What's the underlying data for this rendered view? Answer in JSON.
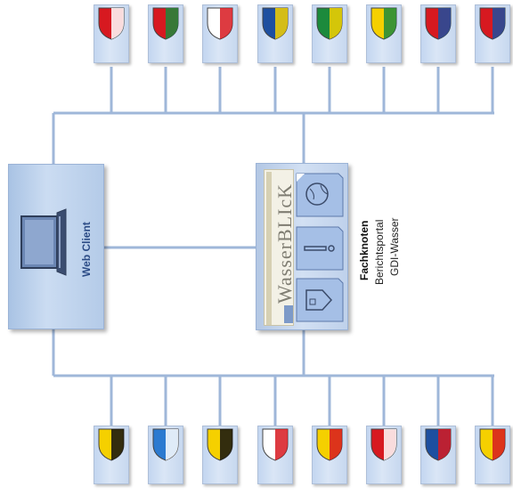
{
  "web_client": {
    "label": "Web Client"
  },
  "portal": {
    "banner_text": "WasserBLIcK",
    "tile_icons": [
      "globe-icon",
      "info-icon",
      "house-icon"
    ]
  },
  "fachknoten": {
    "title": "Fachknoten",
    "line1": "Berichtsportal",
    "line2": "GDI-Wasser"
  },
  "top_states": [
    {
      "icon": "coat-of-arms-icon",
      "colors": [
        "#d71920",
        "#ffffff"
      ]
    },
    {
      "icon": "coat-of-arms-icon",
      "colors": [
        "#d71920",
        "#1c8a3c"
      ]
    },
    {
      "icon": "coat-of-arms-icon",
      "colors": [
        "#ffffff",
        "#d71920"
      ]
    },
    {
      "icon": "coat-of-arms-icon",
      "colors": [
        "#1d4fa0",
        "#f5d000"
      ]
    },
    {
      "icon": "coat-of-arms-icon",
      "colors": [
        "#1c8a3c",
        "#f5d000"
      ]
    },
    {
      "icon": "coat-of-arms-icon",
      "colors": [
        "#f5d000",
        "#1c8a3c"
      ]
    },
    {
      "icon": "coat-of-arms-icon",
      "colors": [
        "#d71920",
        "#1d4fa0"
      ]
    },
    {
      "icon": "coat-of-arms-icon",
      "colors": [
        "#d71920",
        "#1d4fa0"
      ]
    }
  ],
  "bottom_states": [
    {
      "icon": "coat-of-arms-icon",
      "colors": [
        "#f5d000",
        "#111111"
      ]
    },
    {
      "icon": "coat-of-arms-icon",
      "colors": [
        "#2b7ad0",
        "#ffffff"
      ]
    },
    {
      "icon": "coat-of-arms-icon",
      "colors": [
        "#f5d000",
        "#111111"
      ]
    },
    {
      "icon": "coat-of-arms-icon",
      "colors": [
        "#ffffff",
        "#d71920"
      ]
    },
    {
      "icon": "coat-of-arms-icon",
      "colors": [
        "#f5d000",
        "#d71920"
      ]
    },
    {
      "icon": "coat-of-arms-icon",
      "colors": [
        "#d71920",
        "#ffffff"
      ]
    },
    {
      "icon": "coat-of-arms-icon",
      "colors": [
        "#1d4fa0",
        "#d71920"
      ]
    },
    {
      "icon": "coat-of-arms-icon",
      "colors": [
        "#f5d000",
        "#d71920"
      ]
    }
  ]
}
